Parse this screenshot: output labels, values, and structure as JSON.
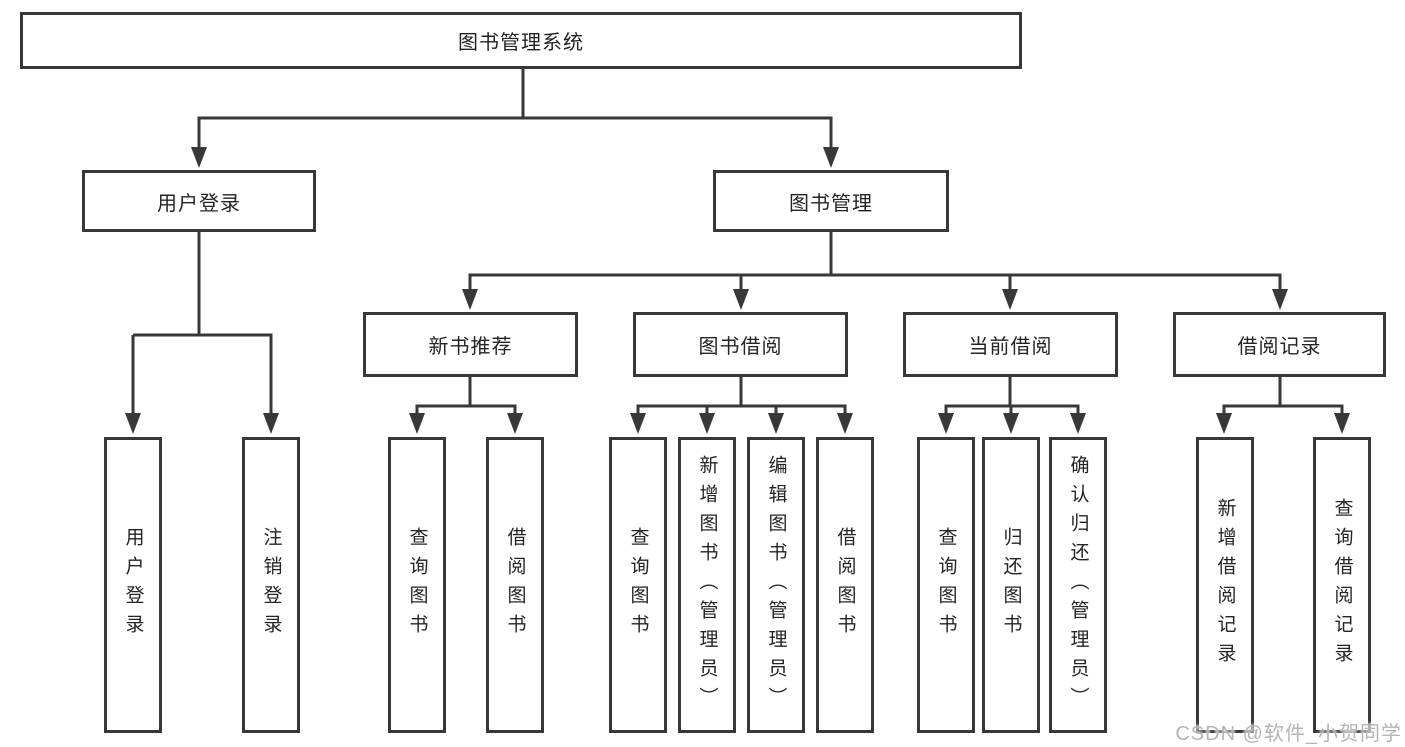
{
  "diagram": {
    "type": "hierarchy-tree",
    "line_color": "#383838",
    "box_border_color": "#383838",
    "text_color": "#242424",
    "tree": {
      "label": "图书管理系统",
      "children": [
        {
          "label": "用户登录",
          "children": [
            {
              "label": "用户登录"
            },
            {
              "label": "注销登录"
            }
          ]
        },
        {
          "label": "图书管理",
          "children": [
            {
              "label": "新书推荐",
              "children": [
                {
                  "label": "查询图书"
                },
                {
                  "label": "借阅图书"
                }
              ]
            },
            {
              "label": "图书借阅",
              "children": [
                {
                  "label": "查询图书"
                },
                {
                  "label": "新增图书（管理员）"
                },
                {
                  "label": "编辑图书（管理员）"
                },
                {
                  "label": "借阅图书"
                }
              ]
            },
            {
              "label": "当前借阅",
              "children": [
                {
                  "label": "查询图书"
                },
                {
                  "label": "归还图书"
                },
                {
                  "label": "确认归还（管理员）"
                }
              ]
            },
            {
              "label": "借阅记录",
              "children": [
                {
                  "label": "新增借阅记录"
                },
                {
                  "label": "查询借阅记录"
                }
              ]
            }
          ]
        }
      ]
    }
  },
  "watermark": {
    "text": "CSDN @软件_小贺同学",
    "color": "#b5b5b5"
  }
}
